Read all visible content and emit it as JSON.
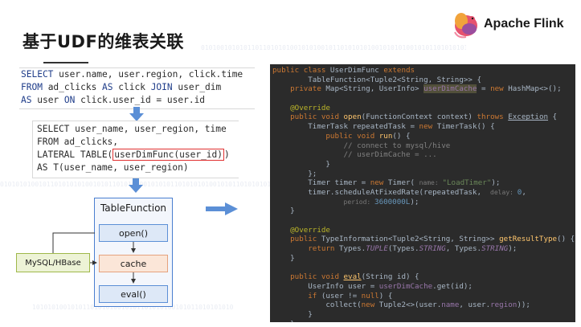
{
  "title": "基于UDF的维表关联",
  "logo": {
    "text": "Apache Flink"
  },
  "sql1": {
    "lines": [
      [
        "SELECT ",
        "user.name, user.region, click.time"
      ],
      [
        "FROM ",
        "ad_clicks ",
        "AS ",
        "click ",
        "JOIN ",
        "user_dim"
      ],
      [
        "AS ",
        "user ",
        "ON ",
        "click.user_id = user.id"
      ]
    ]
  },
  "sql2": {
    "line1": "SELECT user_name, user_region, time",
    "line2": "FROM ad_clicks,",
    "line3_pre": "LATERAL TABLE(",
    "line3_hl": "userDimFunc(user_id)",
    "line3_post": ")",
    "line4": "AS T(user_name, user_region)"
  },
  "diagram": {
    "box_title": "TableFunction",
    "open": "open()",
    "cache": "cache",
    "eval": "eval()",
    "external": "MySQL/HBase"
  },
  "code": {
    "l1": {
      "a": "public class ",
      "b": "UserDimFunc ",
      "c": "extends"
    },
    "l2": "        TableFunction<Tuple2<String, String>> {",
    "l3": {
      "a": "    private ",
      "b": "Map<String, UserInfo> ",
      "c": "userDimCache",
      "d": " = ",
      "e": "new ",
      "f": "HashMap<>();"
    },
    "l4": "",
    "l5": "    @Override",
    "l6": {
      "a": "    public void ",
      "b": "open",
      "c": "(FunctionContext context) ",
      "d": "throws ",
      "e": "Exception",
      "f": " {"
    },
    "l7": {
      "a": "        TimerTask repeatedTask = ",
      "b": "new ",
      "c": "TimerTask() {"
    },
    "l8": {
      "a": "            public void ",
      "b": "run",
      "c": "() {"
    },
    "l9": "                // connect to mysql/hive",
    "l10": "                // userDimCache = ...",
    "l11": "            }",
    "l12": "        };",
    "l13": {
      "a": "        Timer timer = ",
      "b": "new ",
      "c": "Timer( ",
      "d": "name: ",
      "e": "\"LoadTimer\"",
      "f": ");"
    },
    "l14": {
      "a": "        timer.scheduleAtFixedRate(repeatedTask,  ",
      "b": "delay: ",
      "c": "0",
      "d": ","
    },
    "l15": {
      "a": "                ",
      "b": "period: ",
      "c": "3600000L",
      "d": ");"
    },
    "l16": "    }",
    "l17": "",
    "l18": "    @Override",
    "l19": {
      "a": "    public ",
      "b": "TypeInformation<Tuple2<String, String>> ",
      "c": "getResultType",
      "d": "() {"
    },
    "l20": {
      "a": "        return ",
      "b": "Types.",
      "c": "TUPLE",
      "d": "(Types.",
      "e": "STRING",
      "f": ", Types.",
      "g": "STRING",
      "h": ");"
    },
    "l21": "    }",
    "l22": "",
    "l23": {
      "a": "    public void ",
      "b": "eval",
      "c": "(String id) {"
    },
    "l24": {
      "a": "        UserInfo user = ",
      "b": "userDimCache",
      "c": ".get(id);"
    },
    "l25": {
      "a": "        if ",
      "b": "(user != ",
      "c": "null",
      "d": ") {"
    },
    "l26": {
      "a": "            collect(",
      "b": "new ",
      "c": "Tuple2<>(user.",
      "d": "name",
      "e": ", user.",
      "f": "region",
      "g": "));"
    },
    "l27": "        }",
    "l28": "    }",
    "l29": "}"
  },
  "colors": {
    "accent": "#4a7fd0",
    "arrow": "#5b8fd6",
    "highlight": "#e03030",
    "code_bg": "#2b2b2b"
  }
}
